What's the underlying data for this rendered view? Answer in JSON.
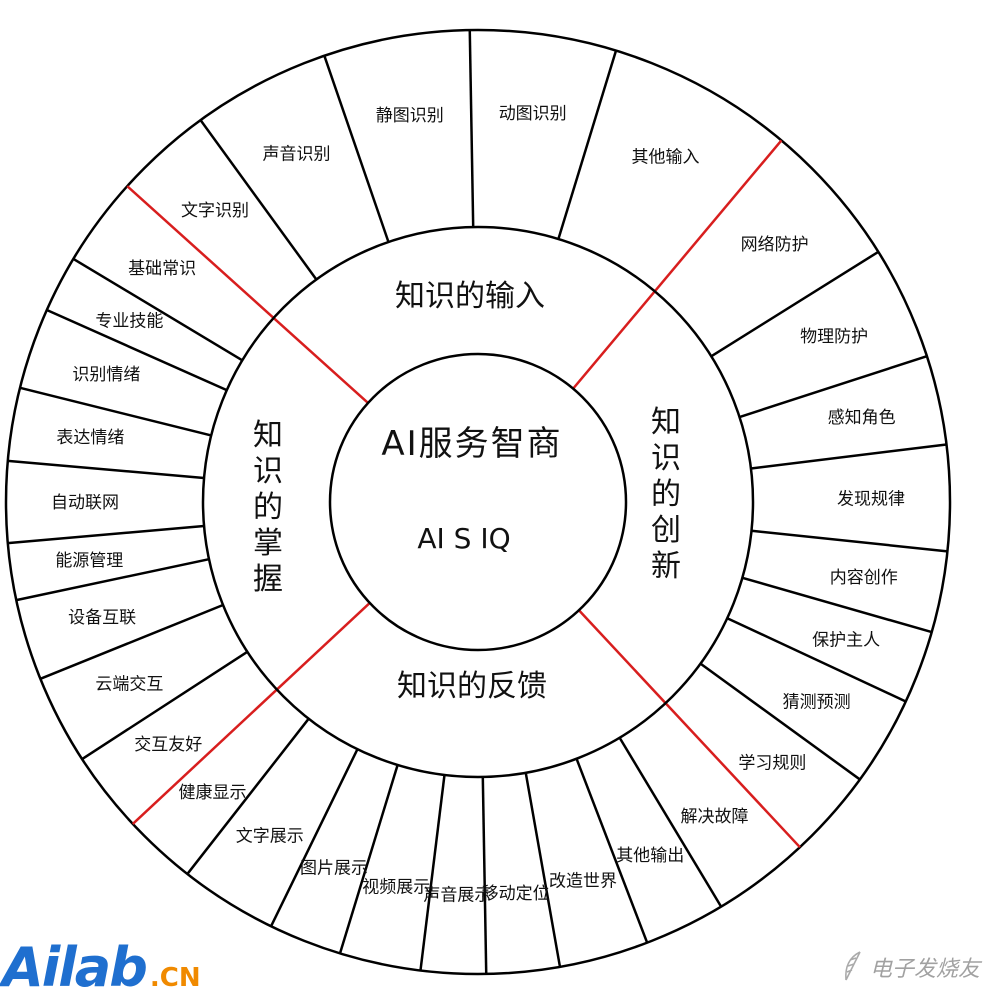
{
  "colors": {
    "ring": "#000000",
    "accent": "#d81e1e",
    "core_text": "#d81e1e"
  },
  "core": {
    "title": "AI服务智商",
    "subtitle": "AI S IQ"
  },
  "middle": {
    "top": "知识的输入",
    "right": [
      "知",
      "识",
      "的",
      "创",
      "新"
    ],
    "bottom": "知识的反馈",
    "left": [
      "知",
      "识",
      "的",
      "掌",
      "握"
    ]
  },
  "outer": [
    "静图识别",
    "动图识别",
    "其他输入",
    "网络防护",
    "物理防护",
    "感知角色",
    "发现规律",
    "内容创作",
    "保护主人",
    "猜测预测",
    "学习规则",
    "解决故障",
    "其他输出",
    "改造世界",
    "移动定位",
    "声音展示",
    "视频展示",
    "图片展示",
    "文字展示",
    "健康显示",
    "交互友好",
    "云端交互",
    "设备互联",
    "能源管理",
    "自动联网",
    "表达情绪",
    "识别情绪",
    "专业技能",
    "基础常识",
    "文字识别",
    "声音识别"
  ],
  "logo": {
    "main": "Ailab",
    "suffix": ".CN",
    "icon": "logo-mark"
  },
  "watermark": {
    "text": "电子发烧友",
    "icon": "feather-icon"
  }
}
